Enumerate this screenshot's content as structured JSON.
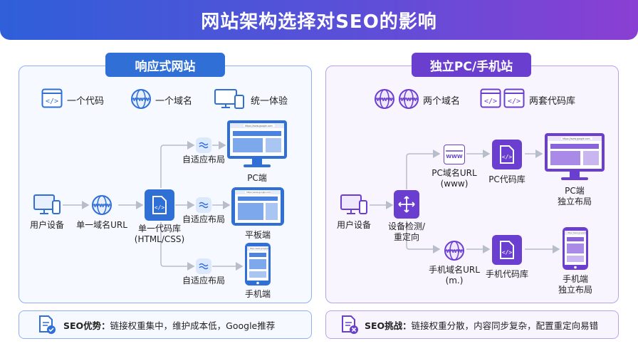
{
  "title": "网站架构选择对SEO的影响",
  "left": {
    "tag": "响应式网站",
    "features": [
      "一个代码",
      "一个域名",
      "统一体验"
    ],
    "flow": {
      "user": "用户设备",
      "url": "单一域名URL",
      "code_line1": "单一代码库",
      "code_line2": "(HTML/CSS)",
      "adaptive": [
        "自适应布局",
        "自适应布局",
        "自适应布局"
      ],
      "devices": [
        "PC端",
        "平板端",
        "手机端"
      ],
      "browser_url": "https://www.google.com"
    },
    "seo_label": "SEO优势：",
    "seo_text": "链接权重集中，维护成本低，Google推荐"
  },
  "right": {
    "tag": "独立PC/手机站",
    "features": [
      "两个域名",
      "两套代码库"
    ],
    "flow": {
      "user": "用户设备",
      "detect_line1": "设备检测/",
      "detect_line2": "重定向",
      "pc_url_line1": "PC域名URL",
      "pc_url_line2": "(www)",
      "pc_code": "PC代码库",
      "pc_end_line1": "PC端",
      "pc_end_line2": "独立布局",
      "m_url_line1": "手机域名URL",
      "m_url_line2": "(m.)",
      "m_code": "手机代码库",
      "m_end_line1": "手机端",
      "m_end_line2": "独立布局",
      "browser_url": "https://www.google.com"
    },
    "seo_label": "SEO挑战：",
    "seo_text": "链接权重分散，内容同步复杂，配置重定向易错"
  },
  "colors": {
    "blue": "#2f6fd6",
    "purple": "#6a3fcf",
    "connector": "#b7bdc9"
  },
  "icons": [
    "code-icon",
    "globe-icon",
    "devices-icon",
    "monitor-icon",
    "tablet-icon",
    "phone-icon",
    "wave-icon",
    "redirect-icon",
    "document-check-icon",
    "document-x-icon"
  ]
}
